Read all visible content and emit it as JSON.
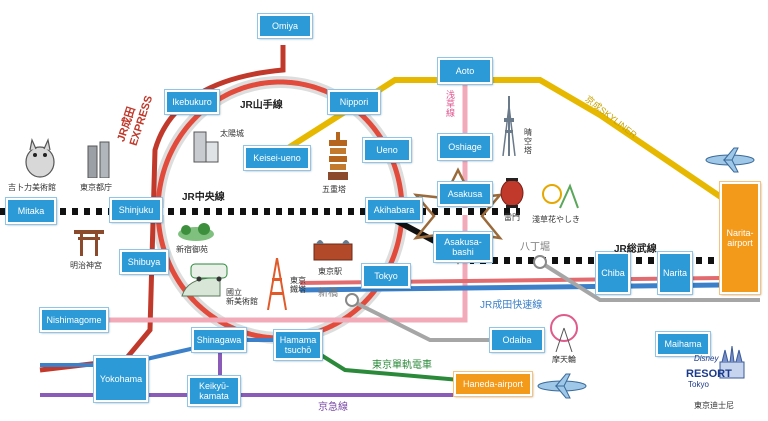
{
  "stations": {
    "omiya": "Omiya",
    "ikebukuro": "Ikebukuro",
    "nippori": "Nippori",
    "keisei_ueno": "Keisei-ueno",
    "ueno": "Ueno",
    "aoto": "Aoto",
    "oshiage": "Oshiage",
    "asakusa": "Asakusa",
    "asakusabashi": "Asakusa-\nbashi",
    "mitaka": "Mitaka",
    "shinjuku": "Shinjuku",
    "akihabara": "Akihabara",
    "shibuya": "Shibuya",
    "tokyo": "Tokyo",
    "chiba": "Chiba",
    "narita": "Narita",
    "narita_airport": "Narita-\nairport",
    "nishimagome": "Nishimagome",
    "shinagawa": "Shinagawa",
    "hamamatsucho": "Hamama\ntsuchō",
    "odaiba": "Odaiba",
    "maihama": "Maihama",
    "yokohama": "Yokohama",
    "keikyu_kamata": "Keikyū-\nkamata",
    "haneda_airport": "Haneda-airport"
  },
  "lines": {
    "yamanote": "JR山手線",
    "chuo": "JR中央線",
    "narita_express": "JR成田\nEXPRESS",
    "asakusa_line": "浅草線",
    "skyliner": "京成SKYLINER",
    "sobu": "JR総武線",
    "narita_rapid": "JR成田快速線",
    "monorail": "東京單軌電車",
    "keikyu": "京急線",
    "hatchobori": "八丁堀",
    "shimbashi": "新橋"
  },
  "landmarks": {
    "ghibli": "吉卜力美術館",
    "tocho": "東京都庁",
    "meiji": "明治神宮",
    "gyoen": "新宿御苑",
    "taiheiki": "太陽城",
    "pagoda": "五重塔",
    "skytree": "晴\n空\n塔",
    "kaminarimon": "雷門",
    "hanayashiki": "淺草花やしき",
    "tokyo_station": "東京駅",
    "tower": "東京\n鐵塔",
    "art": "國立\n新美術館",
    "ferris": "摩天輪",
    "disney_brand": "Disney",
    "disney_resort": "RESORT",
    "disney_tokyo": "Tokyo",
    "disney_label": "東京迪士尼"
  },
  "colors": {
    "station": "#2b9ad6",
    "airport": "#f39a1b",
    "yamanote": "#e24a3b",
    "narita_express": "#c0392b",
    "asakusa_line": "#f2a9b8",
    "skyliner": "#e6b800",
    "chuo": "#111111",
    "sobu_blue": "#3b80c9",
    "monorail": "#2a8a3a",
    "keikyu": "#8a5bb8",
    "grey": "#a6a6a6"
  }
}
